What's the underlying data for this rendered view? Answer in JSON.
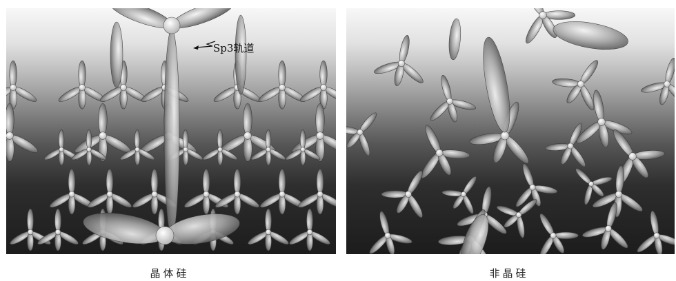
{
  "captions": {
    "crystalline": "晶体硅",
    "amorphous": "非晶硅"
  },
  "annotation": {
    "label": "Sp3轨道"
  },
  "icons": {
    "arrow": "pointer-arrow-icon"
  }
}
